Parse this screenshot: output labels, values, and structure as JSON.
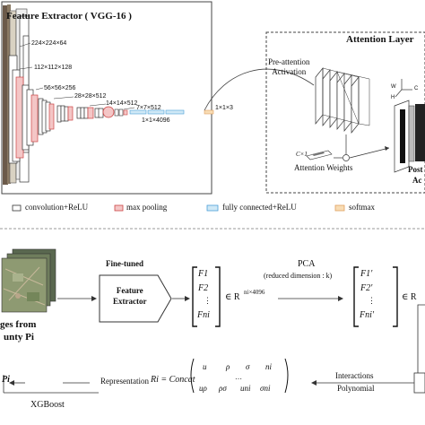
{
  "top": {
    "feature_extractor_title": "Feature Extractor ( VGG-16 )",
    "dims": [
      "224×224×64",
      "112×112×128",
      "56×56×256",
      "28×28×512",
      "14×14×512",
      "7×7×512",
      "1×1×4096",
      "1×1×3"
    ],
    "attention_layer_title": "Attention Layer",
    "pre_attention_label": "Pre-attention\nActivation",
    "c_label": "C×1",
    "attention_weights_label": "Attention Weights",
    "post_label": "Post",
    "post_label2": "Ac",
    "axis_labels": [
      "W",
      "C",
      "H"
    ],
    "legend": [
      {
        "label": "convolution+ReLU",
        "color": "#ffffff",
        "border": "#333333"
      },
      {
        "label": "max pooling",
        "color": "#f4c6c6",
        "border": "#cc4444"
      },
      {
        "label": "fully connected+ReLU",
        "color": "#cfe8f6",
        "border": "#4a9fd8"
      },
      {
        "label": "softmax",
        "color": "#f8dcb4",
        "border": "#e0a060"
      }
    ]
  },
  "bottom": {
    "images_caption": "ges from",
    "images_caption2": "unty Pi",
    "fine_tuned": "Fine-tuned",
    "feature_extractor_box": "Feature\nExtractor",
    "matrix_f": [
      "F1",
      "F2",
      "⋮",
      "Fni"
    ],
    "in_space": "∈ R",
    "space_exp": "ni×4096",
    "pca_title": "PCA",
    "pca_sub": "(reduced dimension : k)",
    "matrix_fp": [
      "F1′",
      "F2′",
      "⋮",
      "Fni′"
    ],
    "in_space2": "∈ R",
    "representation_label": "Representation",
    "formula_lhs": "Ri = Concat",
    "formula_row1": [
      "u",
      "ρ",
      "σ",
      "ni"
    ],
    "formula_row2": [
      "uρ",
      "ρσ",
      "uni",
      "σni"
    ],
    "formula_dots": "…",
    "interactions_label": "Interactions",
    "polynomial_label": "Polynomial",
    "xgboost_label": "XGBoost",
    "target_label": "Pi"
  }
}
